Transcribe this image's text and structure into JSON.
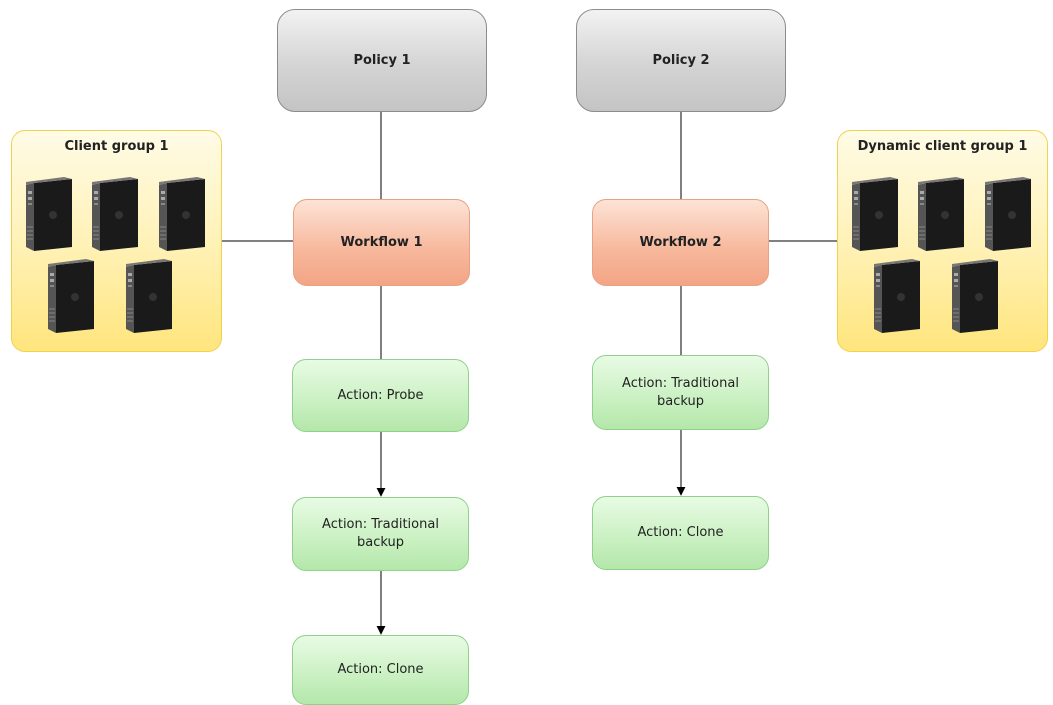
{
  "policies": [
    {
      "label": "Policy 1"
    },
    {
      "label": "Policy 2"
    }
  ],
  "workflows": [
    {
      "label": "Workflow 1"
    },
    {
      "label": "Workflow 2"
    }
  ],
  "workflow1_actions": [
    {
      "label": "Action: Probe"
    },
    {
      "label": "Action: Traditional backup"
    },
    {
      "label": "Action: Clone"
    }
  ],
  "workflow2_actions": [
    {
      "label": "Action: Traditional backup"
    },
    {
      "label": "Action: Clone"
    }
  ],
  "client_groups": [
    {
      "label": "Client group 1",
      "server_count": 5
    },
    {
      "label": "Dynamic client group 1",
      "server_count": 5
    }
  ],
  "icons": {
    "server": "server-tower-icon"
  },
  "colors": {
    "policy": "#d4d4d4",
    "workflow": "#f7b79b",
    "action": "#c9f0c1",
    "group": "#fff1b3",
    "line": "#000000"
  }
}
